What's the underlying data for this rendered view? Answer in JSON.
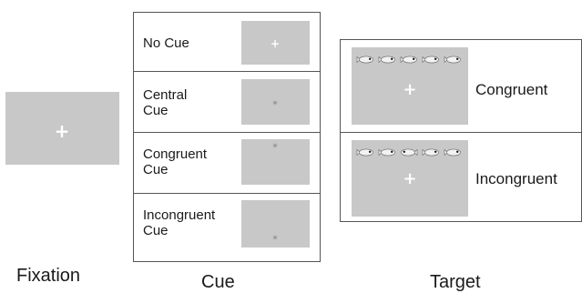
{
  "captions": {
    "fixation": "Fixation",
    "cue": "Cue",
    "target": "Target"
  },
  "fixation": {
    "symbol": "+"
  },
  "cue_panel": {
    "rows": [
      {
        "label": "No Cue",
        "stimulus": "fixation-plus"
      },
      {
        "label": "Central\nCue",
        "stimulus": "star-center"
      },
      {
        "label": "Congruent\nCue",
        "stimulus": "star-top"
      },
      {
        "label": "Incongruent\nCue",
        "stimulus": "star-bottom"
      }
    ],
    "plus_symbol": "+",
    "star_symbol": "*"
  },
  "target_panel": {
    "rows": [
      {
        "label": "Congruent",
        "fish_directions": [
          "right",
          "right",
          "right",
          "right",
          "right"
        ]
      },
      {
        "label": "Incongruent",
        "fish_directions": [
          "right",
          "right",
          "left",
          "right",
          "right"
        ]
      }
    ],
    "plus_symbol": "+"
  },
  "colors": {
    "screen": "#c8c8c8",
    "border": "#555555",
    "cue_star": "#808080",
    "fixation_plus": "#ffffff"
  }
}
